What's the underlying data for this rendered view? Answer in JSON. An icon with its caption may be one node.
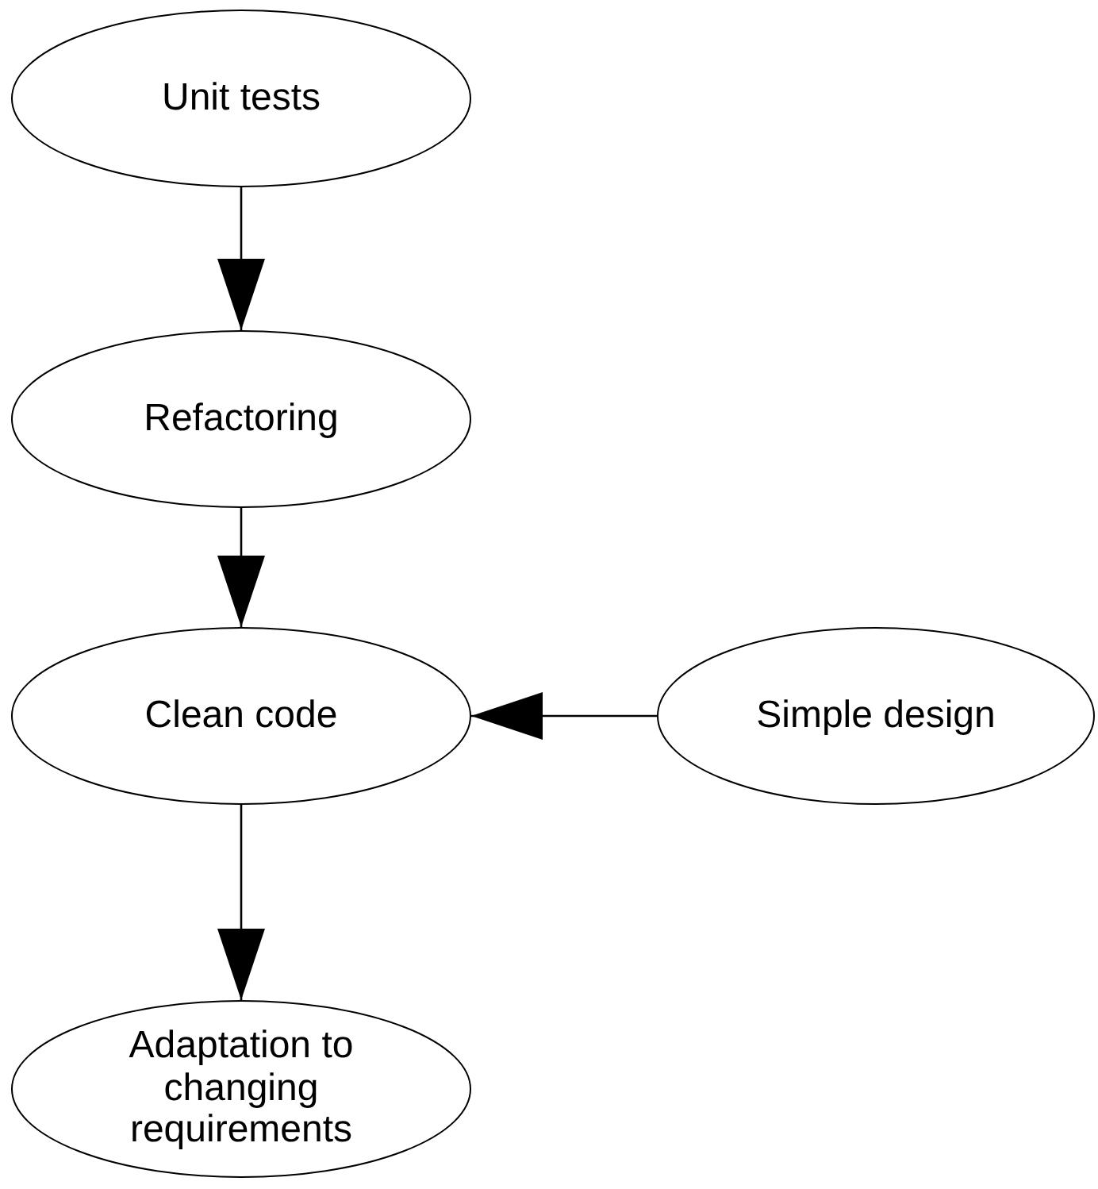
{
  "diagram": {
    "nodes": [
      {
        "text": [
          "Unit tests"
        ]
      },
      {
        "text": [
          "Refactoring"
        ]
      },
      {
        "text": [
          "Clean code"
        ]
      },
      {
        "text": [
          "Simple design"
        ]
      },
      {
        "text": [
          "Adaptation to changing requirements"
        ]
      }
    ],
    "edges": [
      {
        "from": 0,
        "to": 1,
        "arrow": "to"
      },
      {
        "from": 1,
        "to": 2,
        "arrow": "to"
      },
      {
        "from": 3,
        "to": 2,
        "arrow": "to"
      },
      {
        "from": 2,
        "to": 4,
        "arrow": "to"
      }
    ]
  }
}
